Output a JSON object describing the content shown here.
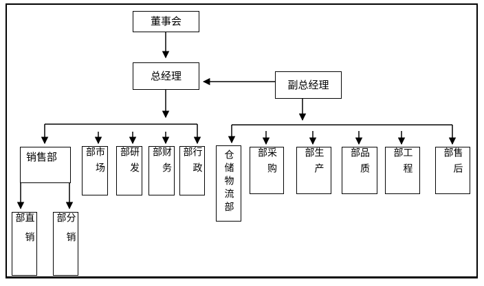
{
  "diagram": {
    "type": "org-chart",
    "nodes": {
      "board": "董事会",
      "general_manager": "总经理",
      "deputy_general_manager": "副总经理",
      "sales": "销售部",
      "marketing": "市场部",
      "rnd": "研发部",
      "finance": "财务部",
      "admin": "行政部",
      "warehouse_logistics": "仓储物流部",
      "purchasing": "采购部",
      "production": "生产部",
      "quality": "品质部",
      "engineering": "工程部",
      "after_sales": "售后部",
      "direct_sales": "直销部",
      "distribution": "分销部"
    },
    "edges": [
      [
        "board",
        "general_manager"
      ],
      [
        "deputy_general_manager",
        "general_manager"
      ],
      [
        "general_manager",
        "sales"
      ],
      [
        "general_manager",
        "marketing"
      ],
      [
        "general_manager",
        "rnd"
      ],
      [
        "general_manager",
        "finance"
      ],
      [
        "general_manager",
        "admin"
      ],
      [
        "deputy_general_manager",
        "warehouse_logistics"
      ],
      [
        "deputy_general_manager",
        "purchasing"
      ],
      [
        "deputy_general_manager",
        "production"
      ],
      [
        "deputy_general_manager",
        "quality"
      ],
      [
        "deputy_general_manager",
        "engineering"
      ],
      [
        "deputy_general_manager",
        "after_sales"
      ],
      [
        "sales",
        "direct_sales"
      ],
      [
        "sales",
        "distribution"
      ]
    ],
    "colors": {
      "line": "#000000",
      "box_border": "#000000",
      "background": "#ffffff"
    }
  }
}
